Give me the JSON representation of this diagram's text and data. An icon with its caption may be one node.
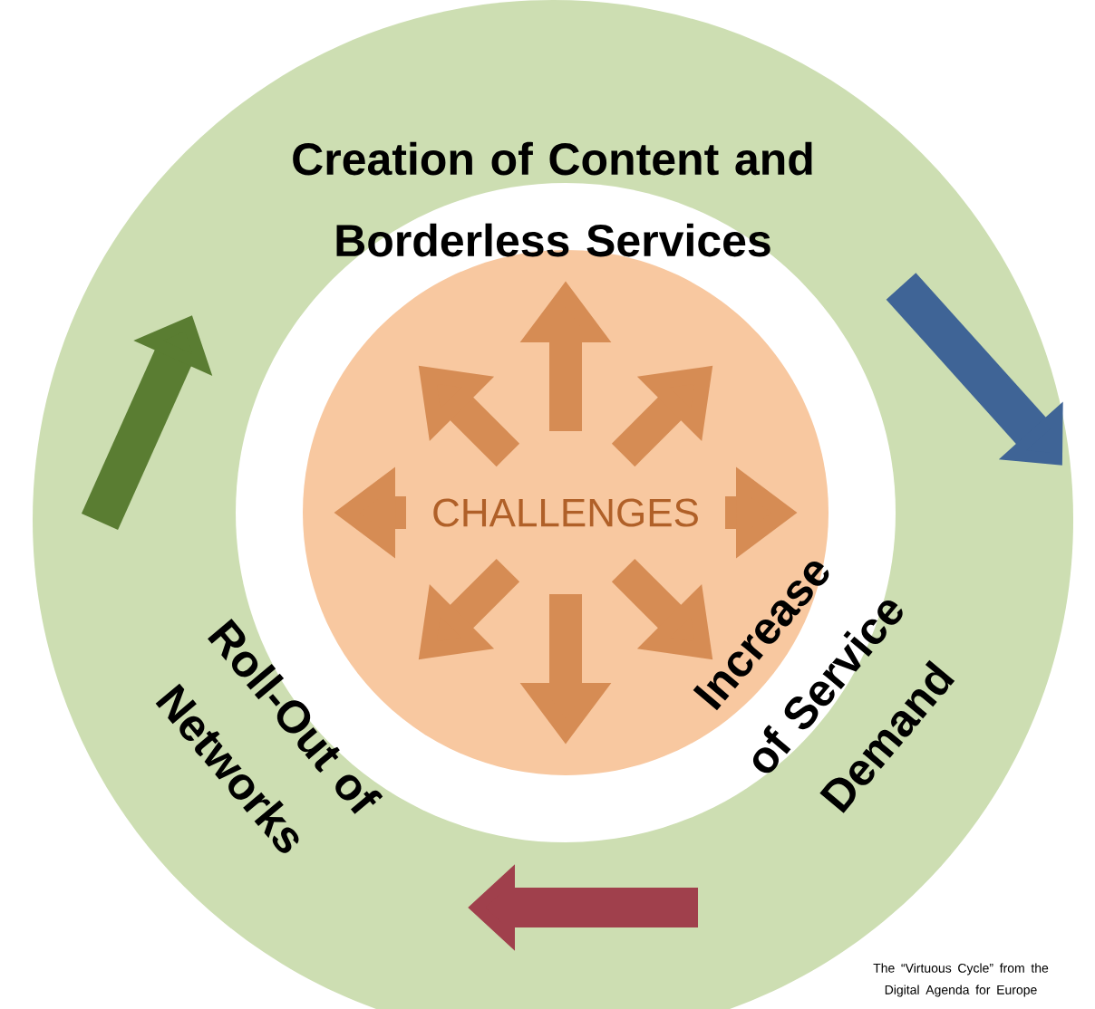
{
  "diagram": {
    "caption": "The “Virtuous Cycle” from the Digital Agenda for Europe",
    "nodes": [
      {
        "text": [
          "Creation of Content and Borderless Services"
        ]
      },
      {
        "text": [
          "Increase of Service Demand"
        ]
      },
      {
        "text": [
          "Roll-Out of Networks"
        ]
      },
      {
        "text": [
          "CHALLENGES"
        ]
      }
    ],
    "edges": [
      {
        "from": 0,
        "to": 1,
        "arrow": "to",
        "color": "#3f6496"
      },
      {
        "from": 1,
        "to": 2,
        "arrow": "to",
        "color": "#a0404c"
      },
      {
        "from": 2,
        "to": 0,
        "arrow": "to",
        "color": "#5a7d32"
      }
    ]
  }
}
